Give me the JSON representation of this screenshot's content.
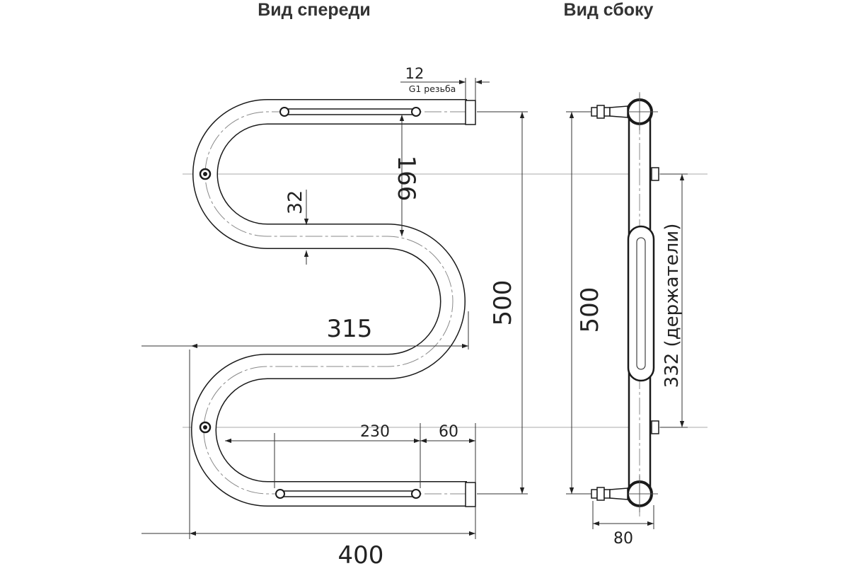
{
  "headings": {
    "front_view": "Вид спереди",
    "side_view": "Вид сбоку"
  },
  "dimensions": {
    "d12": "12",
    "thread": "G1 резьба",
    "d166": "166",
    "d32": "32",
    "d315": "315",
    "d500_front": "500",
    "d500_side": "500",
    "d332": "332 (держатели)",
    "d230": "230",
    "d60": "60",
    "d400": "400",
    "d80": "80"
  },
  "colors": {
    "line": "#1a1a1a",
    "axis": "#888888",
    "text": "#222222"
  }
}
